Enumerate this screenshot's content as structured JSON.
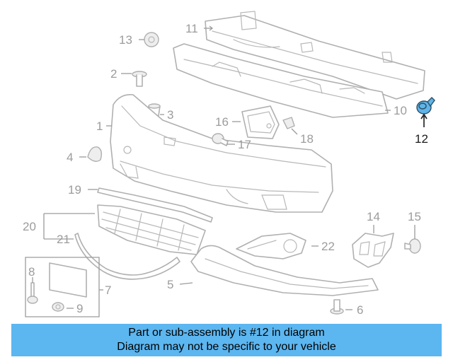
{
  "callouts": {
    "c1": "1",
    "c2": "2",
    "c3": "3",
    "c4": "4",
    "c5": "5",
    "c6": "6",
    "c7": "7",
    "c8": "8",
    "c9": "9",
    "c10": "10",
    "c11": "11",
    "c12": "12",
    "c13": "13",
    "c14": "14",
    "c15": "15",
    "c16": "16",
    "c17": "17",
    "c18": "18",
    "c19": "19",
    "c20": "20",
    "c21": "21",
    "c22": "22"
  },
  "highlighted_part": "12",
  "banner": {
    "line1": "Part or sub-assembly is #12 in diagram",
    "line2": "Diagram may not be specific to your vehicle"
  },
  "colors": {
    "highlight": "#5fb4e8",
    "banner": "#5cb6f0",
    "line_art": "#b0b0b0",
    "callout_text": "#9c9c9c"
  }
}
